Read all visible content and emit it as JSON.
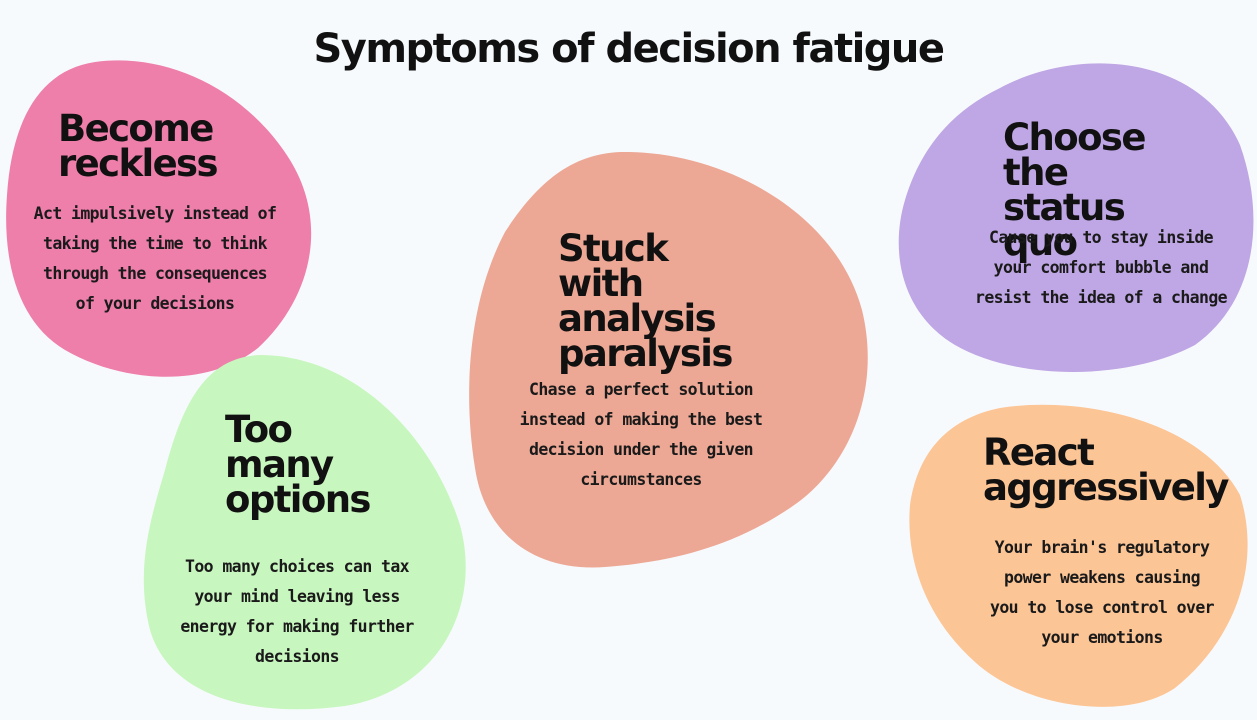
{
  "title": "Symptoms of decision fatigue",
  "colors": {
    "background": "#f7fafd",
    "reckless": "#ee7fab",
    "options": "#c8f6bf",
    "analysis": "#eda895",
    "status_quo": "#bfa6e4",
    "aggressive": "#fcc596"
  },
  "cards": {
    "reckless": {
      "title": "Become\nreckless",
      "body": "Act impulsively instead of\ntaking the time to think\nthrough the consequences\nof your decisions"
    },
    "options": {
      "title": "Too\nmany\noptions",
      "body": "Too many choices can tax\nyour mind leaving less\nenergy for making further\ndecisions"
    },
    "analysis": {
      "title": "Stuck with\nanalysis\nparalysis",
      "body": "Chase a perfect solution\ninstead of making the best\ndecision under the given\ncircumstances"
    },
    "status_quo": {
      "title": "Choose the\nstatus quo",
      "body": "Cause you to stay inside\nyour comfort bubble and\nresist the idea of a change"
    },
    "aggressive": {
      "title": "React\naggressively",
      "body": "Your brain's regulatory\npower weakens causing\nyou to lose control over\nyour emotions"
    }
  }
}
